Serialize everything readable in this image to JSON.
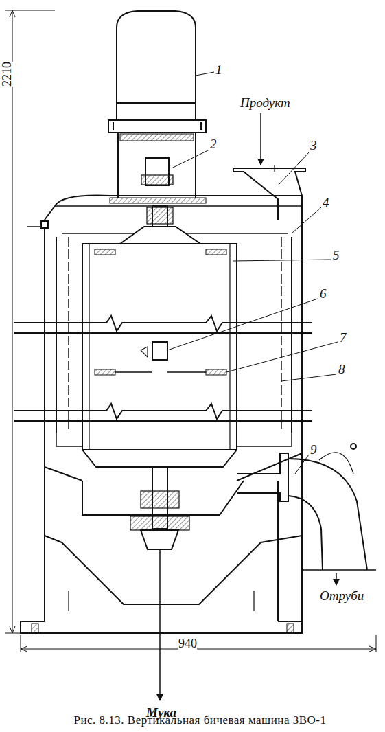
{
  "diagram": {
    "caption": "Рис. 8.13. Вертикальная бичевая машина ЗВО-1",
    "labels": [
      "1",
      "2",
      "3",
      "4",
      "5",
      "6",
      "7",
      "8",
      "9",
      "Продукт",
      "Отруби",
      "Мука",
      "2210",
      "940"
    ]
  }
}
